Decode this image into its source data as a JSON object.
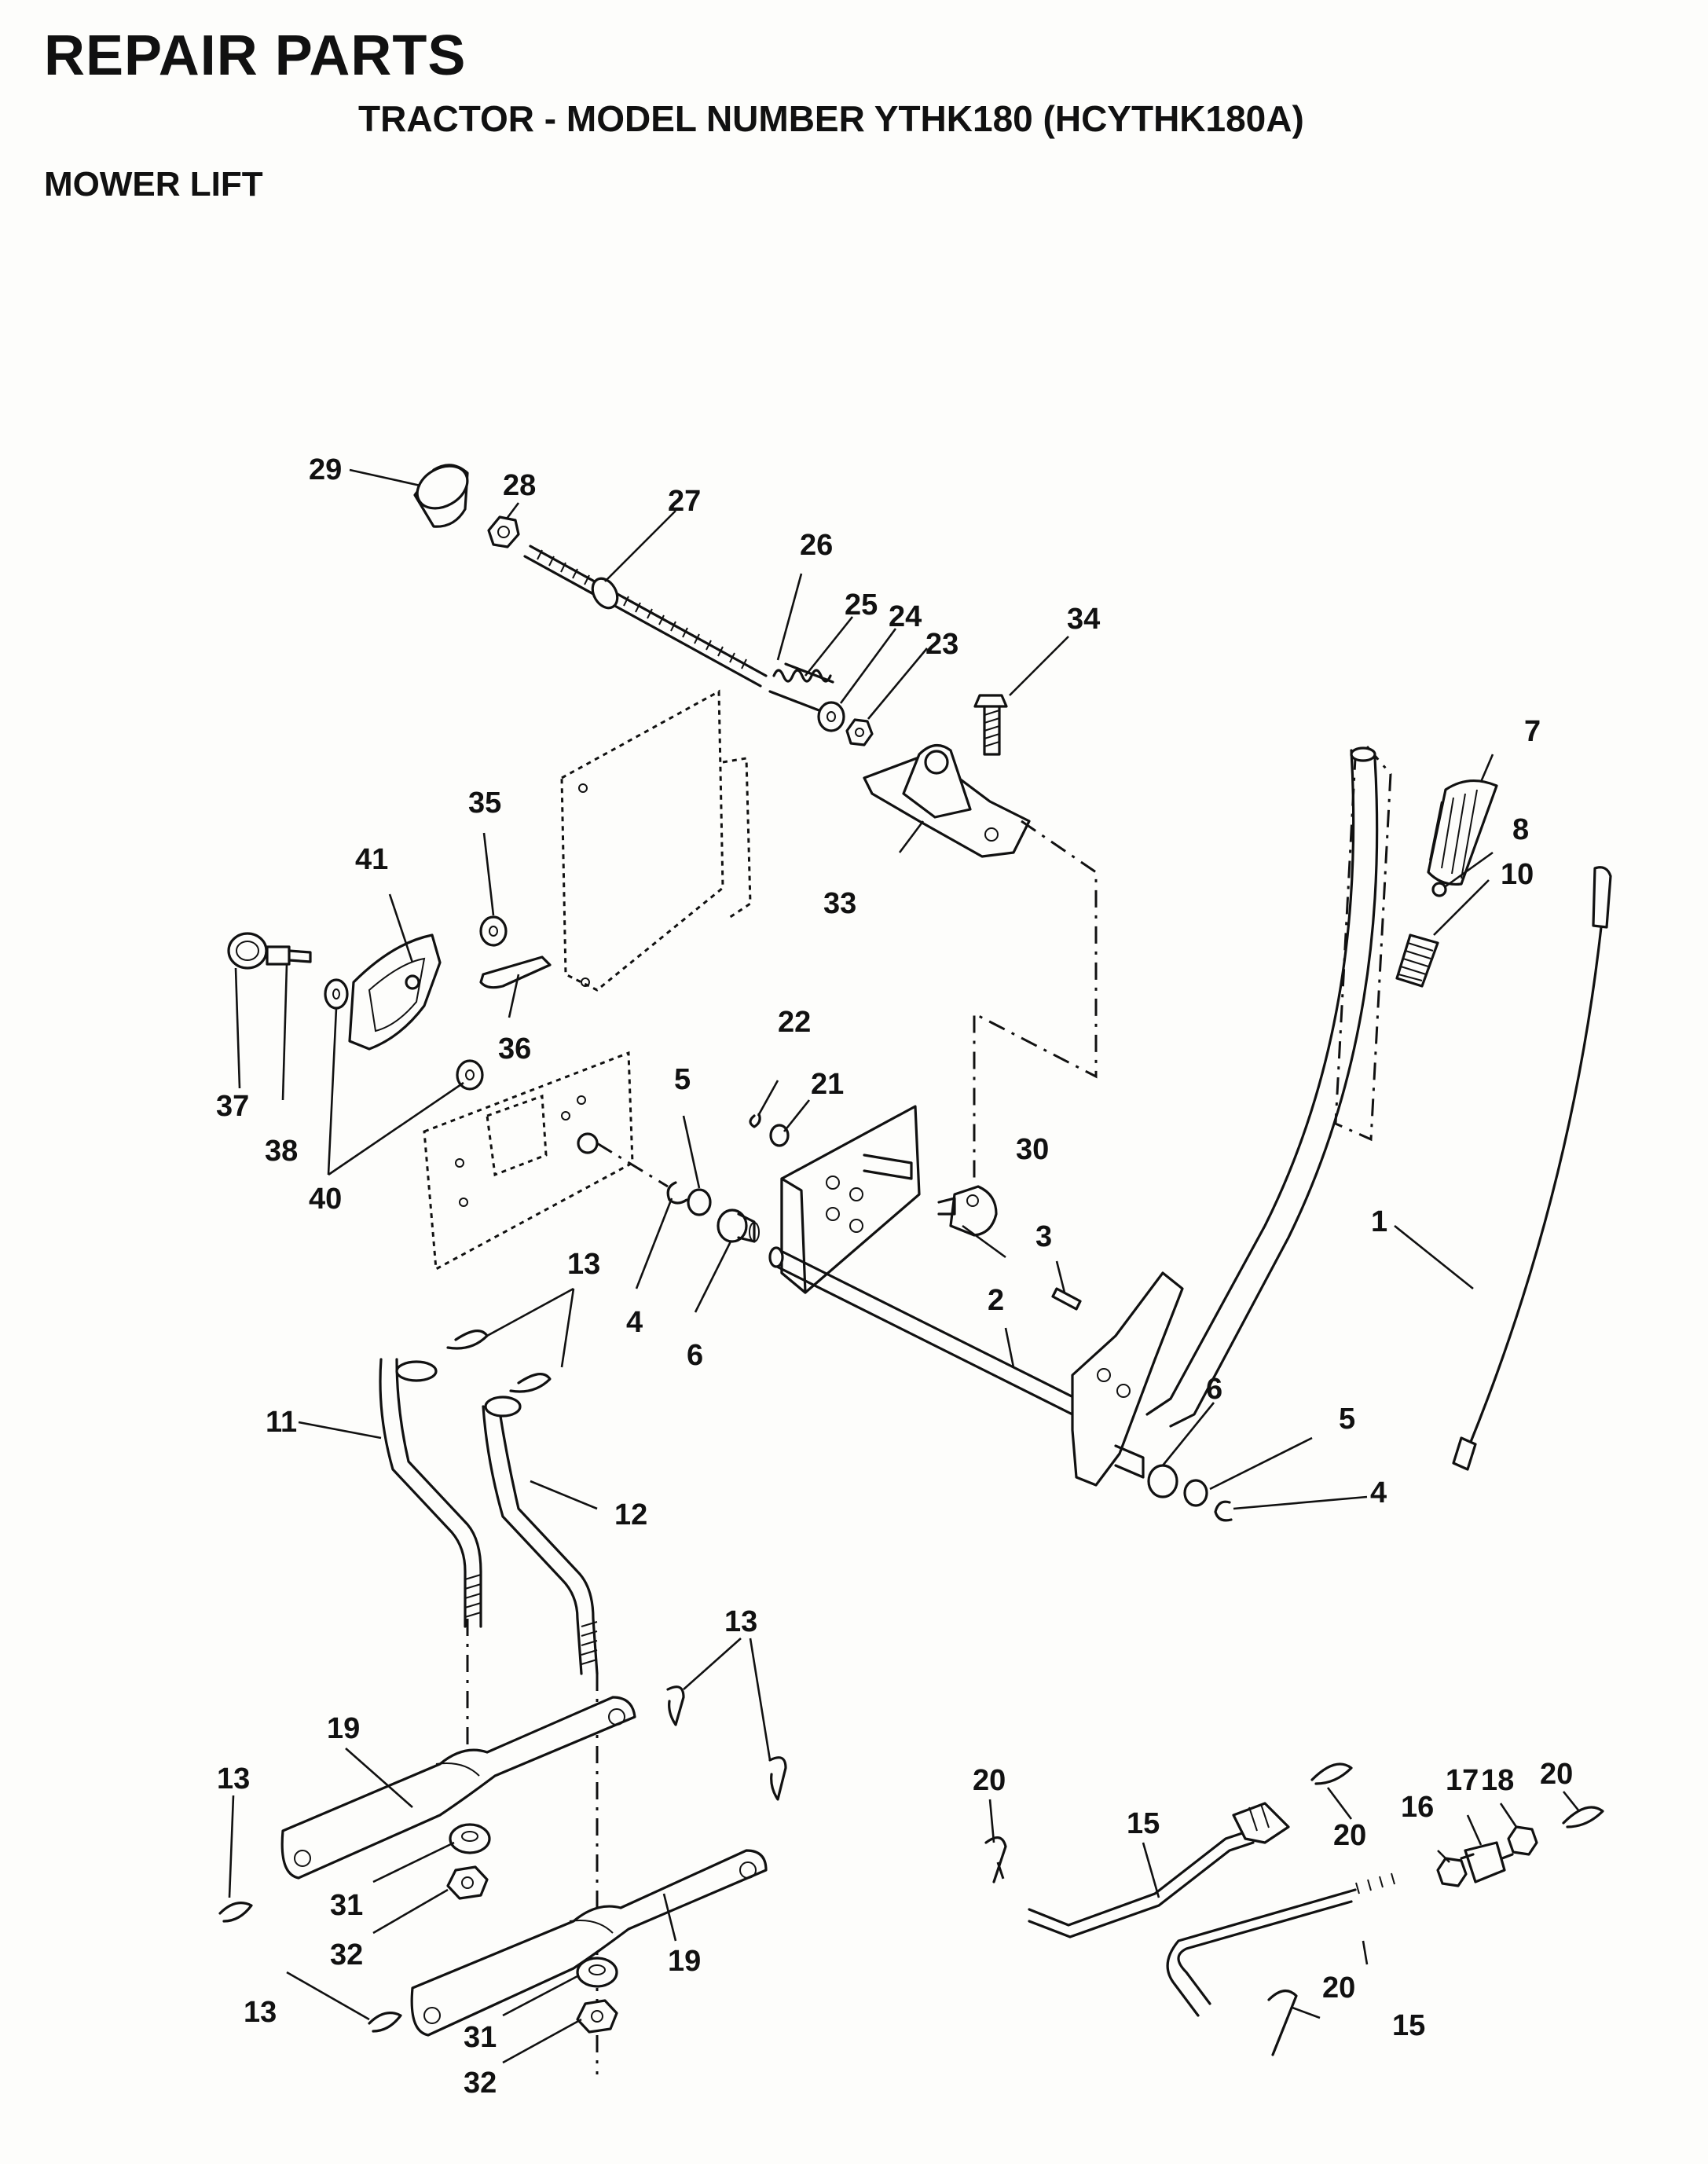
{
  "header": {
    "title": "REPAIR PARTS",
    "model_line": "TRACTOR - MODEL NUMBER YTHK180 (HCYTHK180A)",
    "section": "MOWER LIFT"
  },
  "callouts": {
    "c1": "1",
    "c2": "2",
    "c3": "3",
    "c4a": "4",
    "c4b": "4",
    "c5a": "5",
    "c5b": "5",
    "c6a": "6",
    "c6b": "6",
    "c7": "7",
    "c8": "8",
    "c10": "10",
    "c11": "11",
    "c12": "12",
    "c13a": "13",
    "c13b": "13",
    "c13c": "13",
    "c13d": "13",
    "c15a": "15",
    "c15b": "15",
    "c16": "16",
    "c17": "17",
    "c18": "18",
    "c19a": "19",
    "c19b": "19",
    "c20a": "20",
    "c20b": "20",
    "c20c": "20",
    "c20d": "20",
    "c21": "21",
    "c22": "22",
    "c23": "23",
    "c24": "24",
    "c25": "25",
    "c26": "26",
    "c27": "27",
    "c28": "28",
    "c29": "29",
    "c30": "30",
    "c31a": "31",
    "c31b": "31",
    "c32a": "32",
    "c32b": "32",
    "c33": "33",
    "c34": "34",
    "c35": "35",
    "c36": "36",
    "c37": "37",
    "c38": "38",
    "c40": "40",
    "c41": "41"
  }
}
